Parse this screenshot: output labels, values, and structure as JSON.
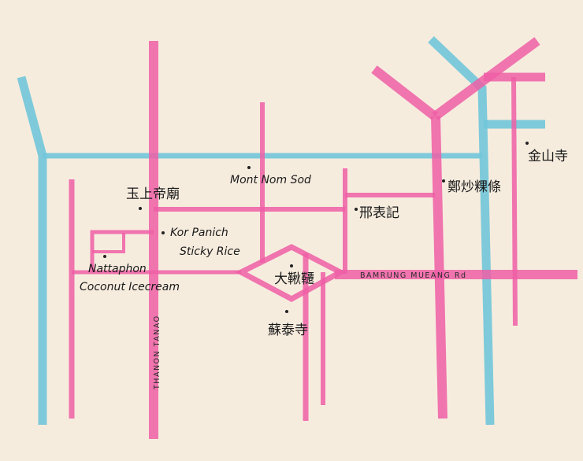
{
  "map": {
    "street_labels": {
      "thanon_tanao": "THANON TANAO",
      "bamrung_mueang": "BAMRUNG MUEANG Rd"
    },
    "poi": {
      "mont_nom_sod": "Mont Nom Sod",
      "jingjo_temple": "玉上帝廟",
      "kor_panich_1": "Kor Panich",
      "kor_panich_2": "Sticky Rice",
      "nattaphon_1": "Nattaphon",
      "nattaphon_2": "Coconut Icecream",
      "giant_swing": "大鞦韆",
      "temple_south": "蘇泰寺",
      "restaurant_right": "邢表記",
      "noodle_shop": "鄭炒粿條",
      "golden_mount": "金山寺"
    },
    "colors": {
      "road_pink": "#ee5fa6",
      "road_blue": "#71c7d9",
      "background": "#f6ecde"
    }
  }
}
